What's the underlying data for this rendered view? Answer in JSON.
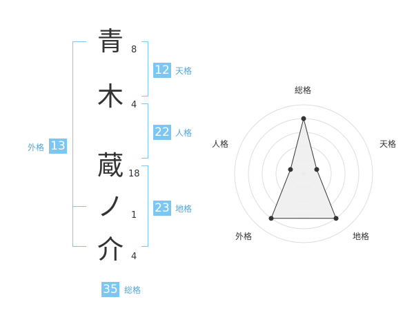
{
  "name": {
    "chars": [
      {
        "char": "青",
        "strokes": "8"
      },
      {
        "char": "木",
        "strokes": "4"
      },
      {
        "char": "蔵",
        "strokes": "18"
      },
      {
        "char": "ノ",
        "strokes": "1"
      },
      {
        "char": "介",
        "strokes": "4"
      }
    ]
  },
  "fortunes": {
    "tenkaku": {
      "value": "12",
      "label": "天格"
    },
    "jinkaku": {
      "value": "22",
      "label": "人格"
    },
    "chikaku": {
      "value": "23",
      "label": "地格"
    },
    "gaikaku": {
      "value": "13",
      "label": "外格"
    },
    "soukaku": {
      "value": "35",
      "label": "総格"
    }
  },
  "colors": {
    "accent": "#7cc7f2",
    "label": "#55a6d4",
    "text": "#333333"
  },
  "chart_data": {
    "type": "radar",
    "axes": [
      "総格",
      "天格",
      "地格",
      "外格",
      "人格"
    ],
    "max": 5,
    "values": [
      4,
      1,
      4,
      4,
      1
    ]
  }
}
